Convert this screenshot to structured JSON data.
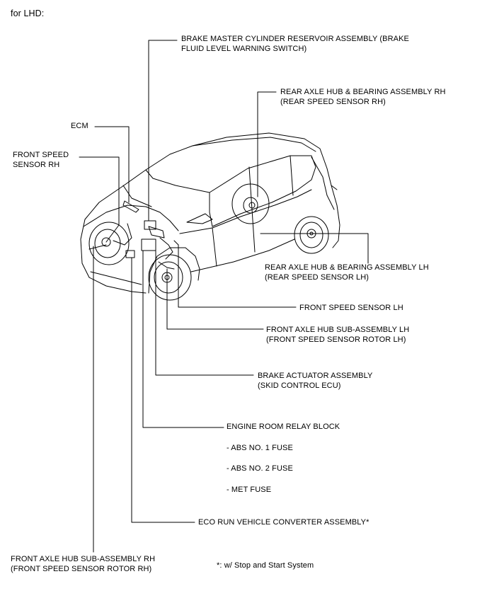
{
  "header": "for LHD:",
  "labels": {
    "master_cylinder": [
      "BRAKE MASTER CYLINDER RESERVOIR ASSEMBLY (BRAKE",
      "FLUID LEVEL WARNING SWITCH)"
    ],
    "rear_hub_rh": [
      "REAR AXLE HUB & BEARING ASSEMBLY RH",
      "(REAR SPEED SENSOR RH)"
    ],
    "ecm": "ECM",
    "front_speed_sensor_rh": [
      "FRONT SPEED",
      "SENSOR RH"
    ],
    "rear_hub_lh": [
      "REAR AXLE HUB & BEARING ASSEMBLY LH",
      "(REAR SPEED SENSOR LH)"
    ],
    "front_speed_sensor_lh": "FRONT SPEED SENSOR LH",
    "front_axle_hub_lh": [
      "FRONT AXLE HUB SUB-ASSEMBLY LH",
      "(FRONT SPEED SENSOR ROTOR LH)"
    ],
    "brake_actuator": [
      "BRAKE ACTUATOR ASSEMBLY",
      "(SKID CONTROL ECU)"
    ],
    "relay_block": "ENGINE ROOM RELAY BLOCK",
    "fuses": [
      "- ABS NO. 1 FUSE",
      "- ABS NO. 2 FUSE",
      "- MET FUSE"
    ],
    "eco_run_converter": "ECO RUN VEHICLE CONVERTER ASSEMBLY*",
    "front_axle_hub_rh": [
      "FRONT AXLE HUB SUB-ASSEMBLY RH",
      "(FRONT SPEED SENSOR ROTOR RH)"
    ],
    "footnote": "*: w/ Stop and Start System"
  }
}
